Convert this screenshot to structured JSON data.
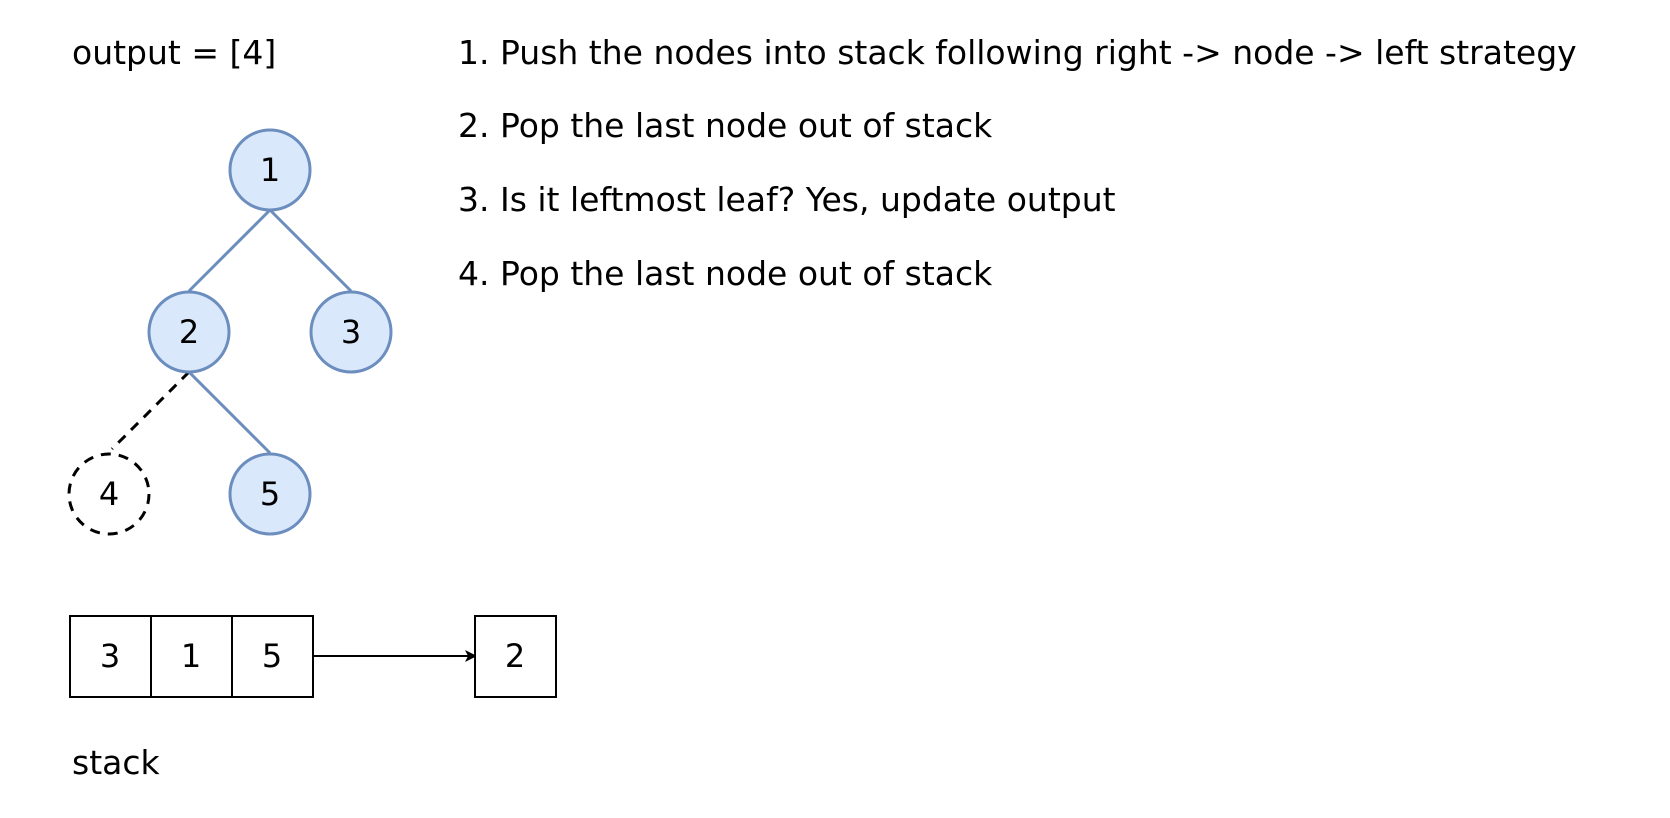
{
  "output_text": "output = [4]",
  "steps": [
    "1. Push the nodes into stack following right -> node -> left strategy",
    "2. Pop the last node out of stack",
    "3. Is it leftmost leaf? Yes, update output",
    "4. Pop the last node out of stack"
  ],
  "tree": {
    "nodes": [
      {
        "id": "1",
        "label": "1",
        "state": "active"
      },
      {
        "id": "2",
        "label": "2",
        "state": "active"
      },
      {
        "id": "3",
        "label": "3",
        "state": "active"
      },
      {
        "id": "4",
        "label": "4",
        "state": "removed"
      },
      {
        "id": "5",
        "label": "5",
        "state": "active"
      }
    ],
    "edges": [
      {
        "from": "1",
        "to": "2",
        "style": "solid"
      },
      {
        "from": "1",
        "to": "3",
        "style": "solid"
      },
      {
        "from": "2",
        "to": "4",
        "style": "dashed"
      },
      {
        "from": "2",
        "to": "5",
        "style": "solid"
      }
    ]
  },
  "stack": {
    "items": [
      "3",
      "1",
      "5"
    ],
    "popped": "2",
    "label": "stack"
  },
  "colors": {
    "node_fill": "#dae8fc",
    "node_stroke": "#6c8ebf",
    "edge": "#6c8ebf",
    "removed_stroke": "#000000",
    "box_stroke": "#000000"
  }
}
